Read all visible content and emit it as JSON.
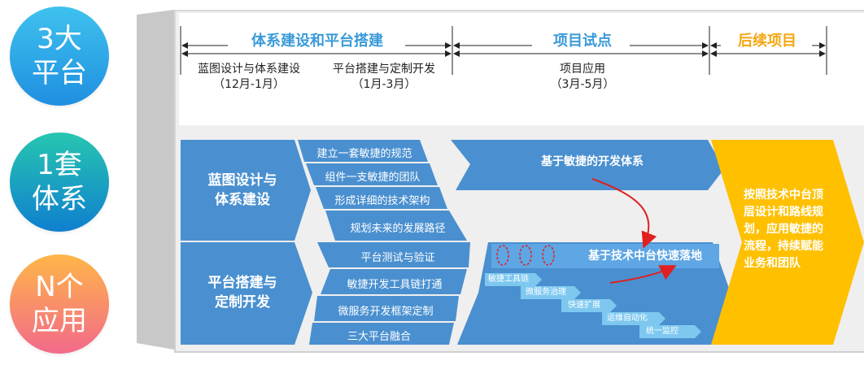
{
  "side_circles": [
    {
      "line1": "3大",
      "line2": "平台"
    },
    {
      "line1": "1套",
      "line2": "体系"
    },
    {
      "line1": "N个",
      "line2": "应用"
    }
  ],
  "phases": {
    "phase1": "体系建设和平台搭建",
    "phase2": "项目试点",
    "phase3": "后续项目"
  },
  "sub_phases": [
    {
      "title": "蓝图设计与体系建设",
      "period": "（12月-1月）"
    },
    {
      "title": "平台搭建与定制开发",
      "period": "（1月-3月）"
    },
    {
      "title": "项目应用",
      "period": "（3月-5月）"
    }
  ],
  "block_top": {
    "title_line1": "蓝图设计与",
    "title_line2": "体系建设",
    "items": [
      "建立一套敏捷的规范",
      "组件一支敏捷的团队",
      "形成详细的技术架构",
      "规划未来的发展路径"
    ]
  },
  "block_bottom": {
    "title_line1": "平台搭建与",
    "title_line2": "定制开发",
    "items": [
      "平台测试与验证",
      "敏捷开发工具链打通",
      "微服务开发框架定制",
      "三大平台融合"
    ]
  },
  "pilot": {
    "top_label": "基于敏捷的开发体系",
    "bottom_label": "基于技术中台快速落地",
    "steps": [
      "敏捷工具链",
      "微服务治理",
      "快速扩展",
      "运维自动化",
      "统一监控"
    ]
  },
  "future": {
    "lines": [
      "按照技术中台顶",
      "层设计和路线规",
      "划，应用敏捷的",
      "流程，持续赋能",
      "业务和团队"
    ]
  },
  "colors": {
    "blue_main": "#4a90d0",
    "blue_light": "#5ea6e4",
    "orange": "#ffc000",
    "red_arrow": "#e02020",
    "step_tag": "#7ec8f0"
  }
}
